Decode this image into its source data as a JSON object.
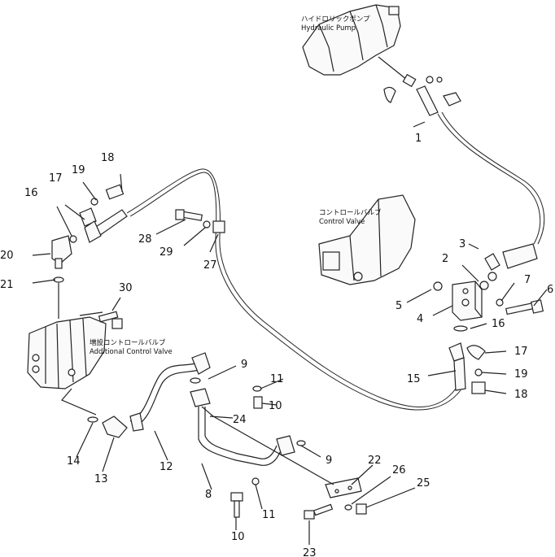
{
  "captions": {
    "pump_jp": "ハイドロリックポンプ",
    "pump_en": "Hydraulic  Pump",
    "cv_jp": "コントロールバルブ",
    "cv_en": "Control  Valve",
    "acv_jp": "増設コントロールバルブ",
    "acv_en": "Additional  Control  Valve"
  },
  "callouts": [
    "1",
    "2",
    "3",
    "4",
    "5",
    "6",
    "7",
    "8",
    "9",
    "9",
    "10",
    "10",
    "11",
    "11",
    "12",
    "13",
    "14",
    "15",
    "16",
    "16",
    "17",
    "17",
    "18",
    "18",
    "19",
    "19",
    "20",
    "21",
    "22",
    "23",
    "24",
    "25",
    "26",
    "27",
    "28",
    "29",
    "30"
  ]
}
